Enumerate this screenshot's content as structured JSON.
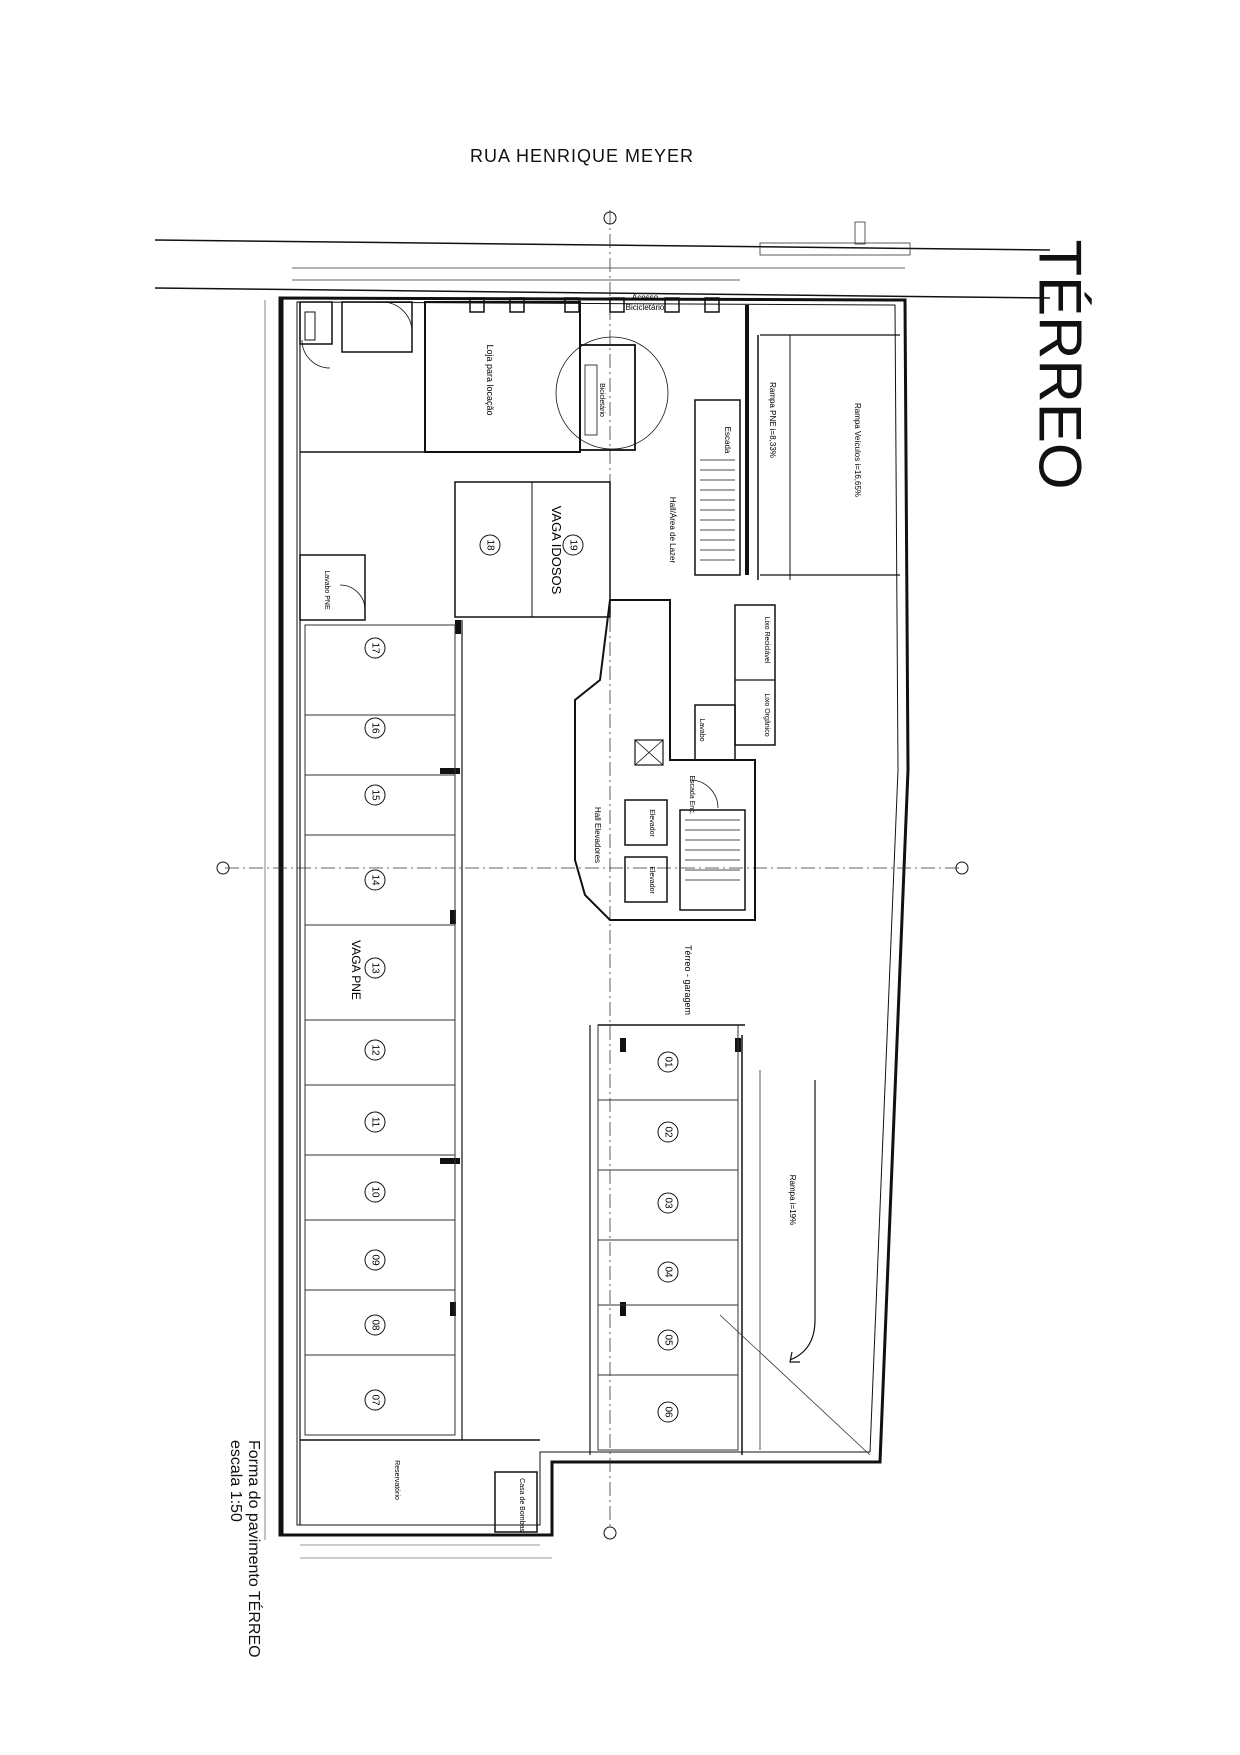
{
  "street_name": "RUA HENRIQUE MEYER",
  "floor_title": "TÉRREO",
  "caption": {
    "line1": "Forma do pavimento TÉRREO",
    "line2": "escala 1:50"
  },
  "rooms": {
    "shop": "Loja para locação",
    "bike_access_line1": "Acesso",
    "bike_access_line2": "Bicicletário",
    "bike_room": "Bicicletário",
    "leisure_hall": "Hall/Área de Lazer",
    "pne_ramp": "Rampa PNE i=8,33%",
    "vehicle_ramp": "Rampa Veículos i=16,65%",
    "garage": "Térreo - garagem",
    "lower_ramp": "Rampa i=19%",
    "elevator_hall": "Hall Elevadores",
    "elevator_1": "Elevador",
    "elevator_2": "Elevador",
    "fire_stair": "Escada Enc.",
    "stair": "Escada",
    "pne_wc": "Lavabo PNE",
    "garbage": "Lixo Orgânico",
    "recyclables": "Lixo Reciclável",
    "reservoir": "Reservatório",
    "pump_house": "Casa de Bombas",
    "wash": "Lavabo"
  },
  "parking": {
    "elderly_label": "VAGA IDOSOS",
    "pne_label": "VAGA PNE",
    "left_column": [
      "17",
      "16",
      "15",
      "14",
      "13",
      "12",
      "11",
      "10",
      "09",
      "08",
      "07"
    ],
    "elderly_spots": [
      "18",
      "19"
    ],
    "right_column": [
      "01",
      "02",
      "03",
      "04",
      "05",
      "06"
    ]
  },
  "colors": {
    "ink": "#111111",
    "thin": "#333333"
  }
}
